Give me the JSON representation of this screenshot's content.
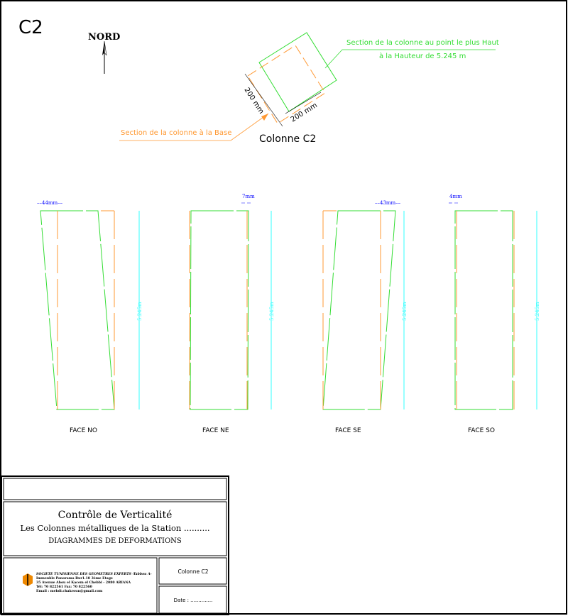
{
  "sheet_id": "C2",
  "north_label": "NORD",
  "top_section": {
    "label_top": "Section de la colonne au point le plus Haut",
    "label_top_2": "à la Hauteur de 5.245 m",
    "label_base": "Section de la colonne à la Base",
    "dim_1": "200 mm",
    "dim_2": "200 mm",
    "title": "Colonne C2"
  },
  "faces": [
    {
      "name": "FACE NO",
      "offset": "44mm",
      "height": "5.245m"
    },
    {
      "name": "FACE NE",
      "offset": "7mm",
      "height": "5.245m"
    },
    {
      "name": "FACE SE",
      "offset": "43mm",
      "height": "5.245m"
    },
    {
      "name": "FACE SO",
      "offset": "4mm",
      "height": "5.245m"
    }
  ],
  "title_block": {
    "title": "Contrôle de Verticalité",
    "subtitle": "Les Colonnes métalliques de la Station ..........",
    "subtitle2": "DIAGRAMMES DE DEFORMATIONS",
    "company": "SOCIETE TUNISIENNE DES GEOMETRES EXPERTS -Tabbou A-",
    "address1": "Immeuble Panorama Bur1.18 3ème Etage",
    "address2": "35 Avenue Abou el Kacem el Chebbi - 2080 ARIANA",
    "phone": "Tél: 70 822561   Fax: 70 822560",
    "email": "Email : mehdi.chakroun@gmail.com",
    "column": "Colonne  C2",
    "date": "Date  :  .............."
  },
  "colors": {
    "green": "#33dd33",
    "orange": "#ff9933",
    "cyan": "#33ffff",
    "blue": "#0000ff"
  }
}
